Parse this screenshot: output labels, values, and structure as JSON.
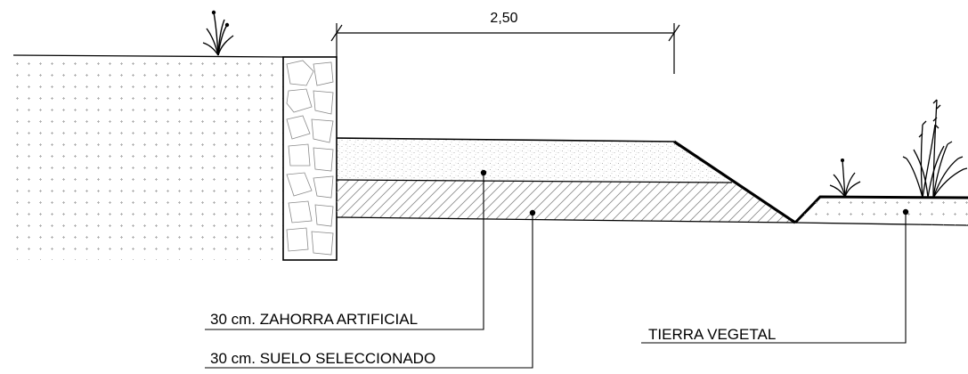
{
  "drawing": {
    "dimension_label": "2,50",
    "labels": {
      "zahorra": "30 cm. ZAHORRA ARTIFICIAL",
      "suelo": "30 cm. SUELO SELECCIONADO",
      "tierra": "TIERRA VEGETAL"
    }
  },
  "colors": {
    "line": "#000000",
    "fill_dots": "#9a9a9a",
    "hatch": "#8a8a8a"
  }
}
